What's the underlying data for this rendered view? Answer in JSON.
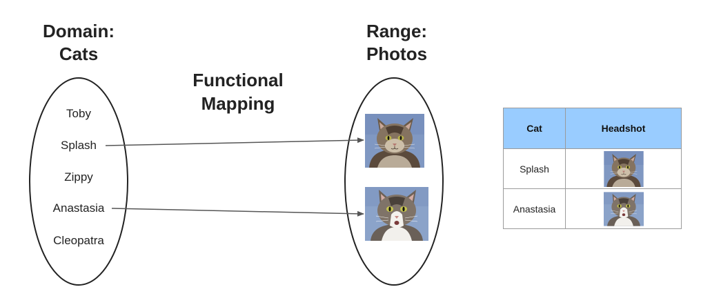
{
  "domain_heading": [
    "Domain:",
    "Cats"
  ],
  "range_heading": [
    "Range:",
    "Photos"
  ],
  "mapping_heading": [
    "Functional",
    "Mapping"
  ],
  "cats": [
    "Toby",
    "Splash",
    "Zippy",
    "Anastasia",
    "Cleopatra"
  ],
  "photos": [
    {
      "subject": "long-haired tabby cat photo",
      "bg": "#7f96c0"
    },
    {
      "subject": "tabby and white cat photo",
      "bg": "#8aa2c8"
    }
  ],
  "mappings": [
    {
      "from": "Splash",
      "to_photo": 0
    },
    {
      "from": "Anastasia",
      "to_photo": 1
    }
  ],
  "table": {
    "headers": [
      "Cat",
      "Headshot"
    ],
    "header_color": "#99ccff",
    "rows": [
      {
        "cat": "Splash",
        "photo": 0
      },
      {
        "cat": "Anastasia",
        "photo": 1
      }
    ]
  },
  "colors": {
    "line": "#222222",
    "arrow": "#555555"
  }
}
